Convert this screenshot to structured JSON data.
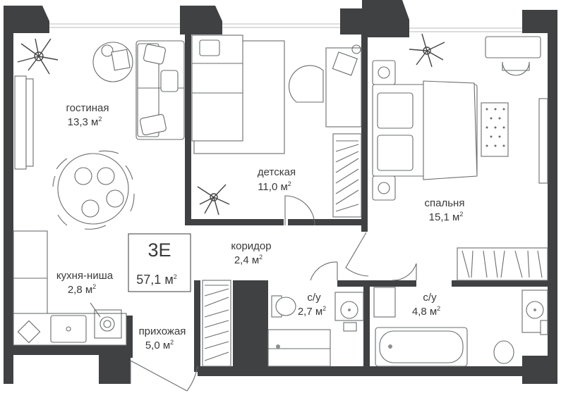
{
  "apartment": {
    "code": "3E",
    "total_area": "57,1 м",
    "area_unit_sup": "2"
  },
  "rooms": {
    "living": {
      "name": "гостиная",
      "area": "13,3 м",
      "sup": "2"
    },
    "kids": {
      "name": "детская",
      "area": "11,0 м",
      "sup": "2"
    },
    "bedroom": {
      "name": "спальня",
      "area": "15,1 м",
      "sup": "2"
    },
    "corridor": {
      "name": "коридор",
      "area": "2,4 м",
      "sup": "2"
    },
    "kitchen": {
      "name": "кухня-ниша",
      "area": "2,8 м",
      "sup": "2"
    },
    "hall": {
      "name": "прихожая",
      "area": "5,0 м",
      "sup": "2"
    },
    "wc1": {
      "name": "с/у",
      "area": "2,7 м",
      "sup": "2"
    },
    "wc2": {
      "name": "с/у",
      "area": "4,8 м",
      "sup": "2"
    }
  },
  "colors": {
    "wall": "#3f4143",
    "furniture": "#6a6c6e",
    "background": "#ffffff"
  }
}
